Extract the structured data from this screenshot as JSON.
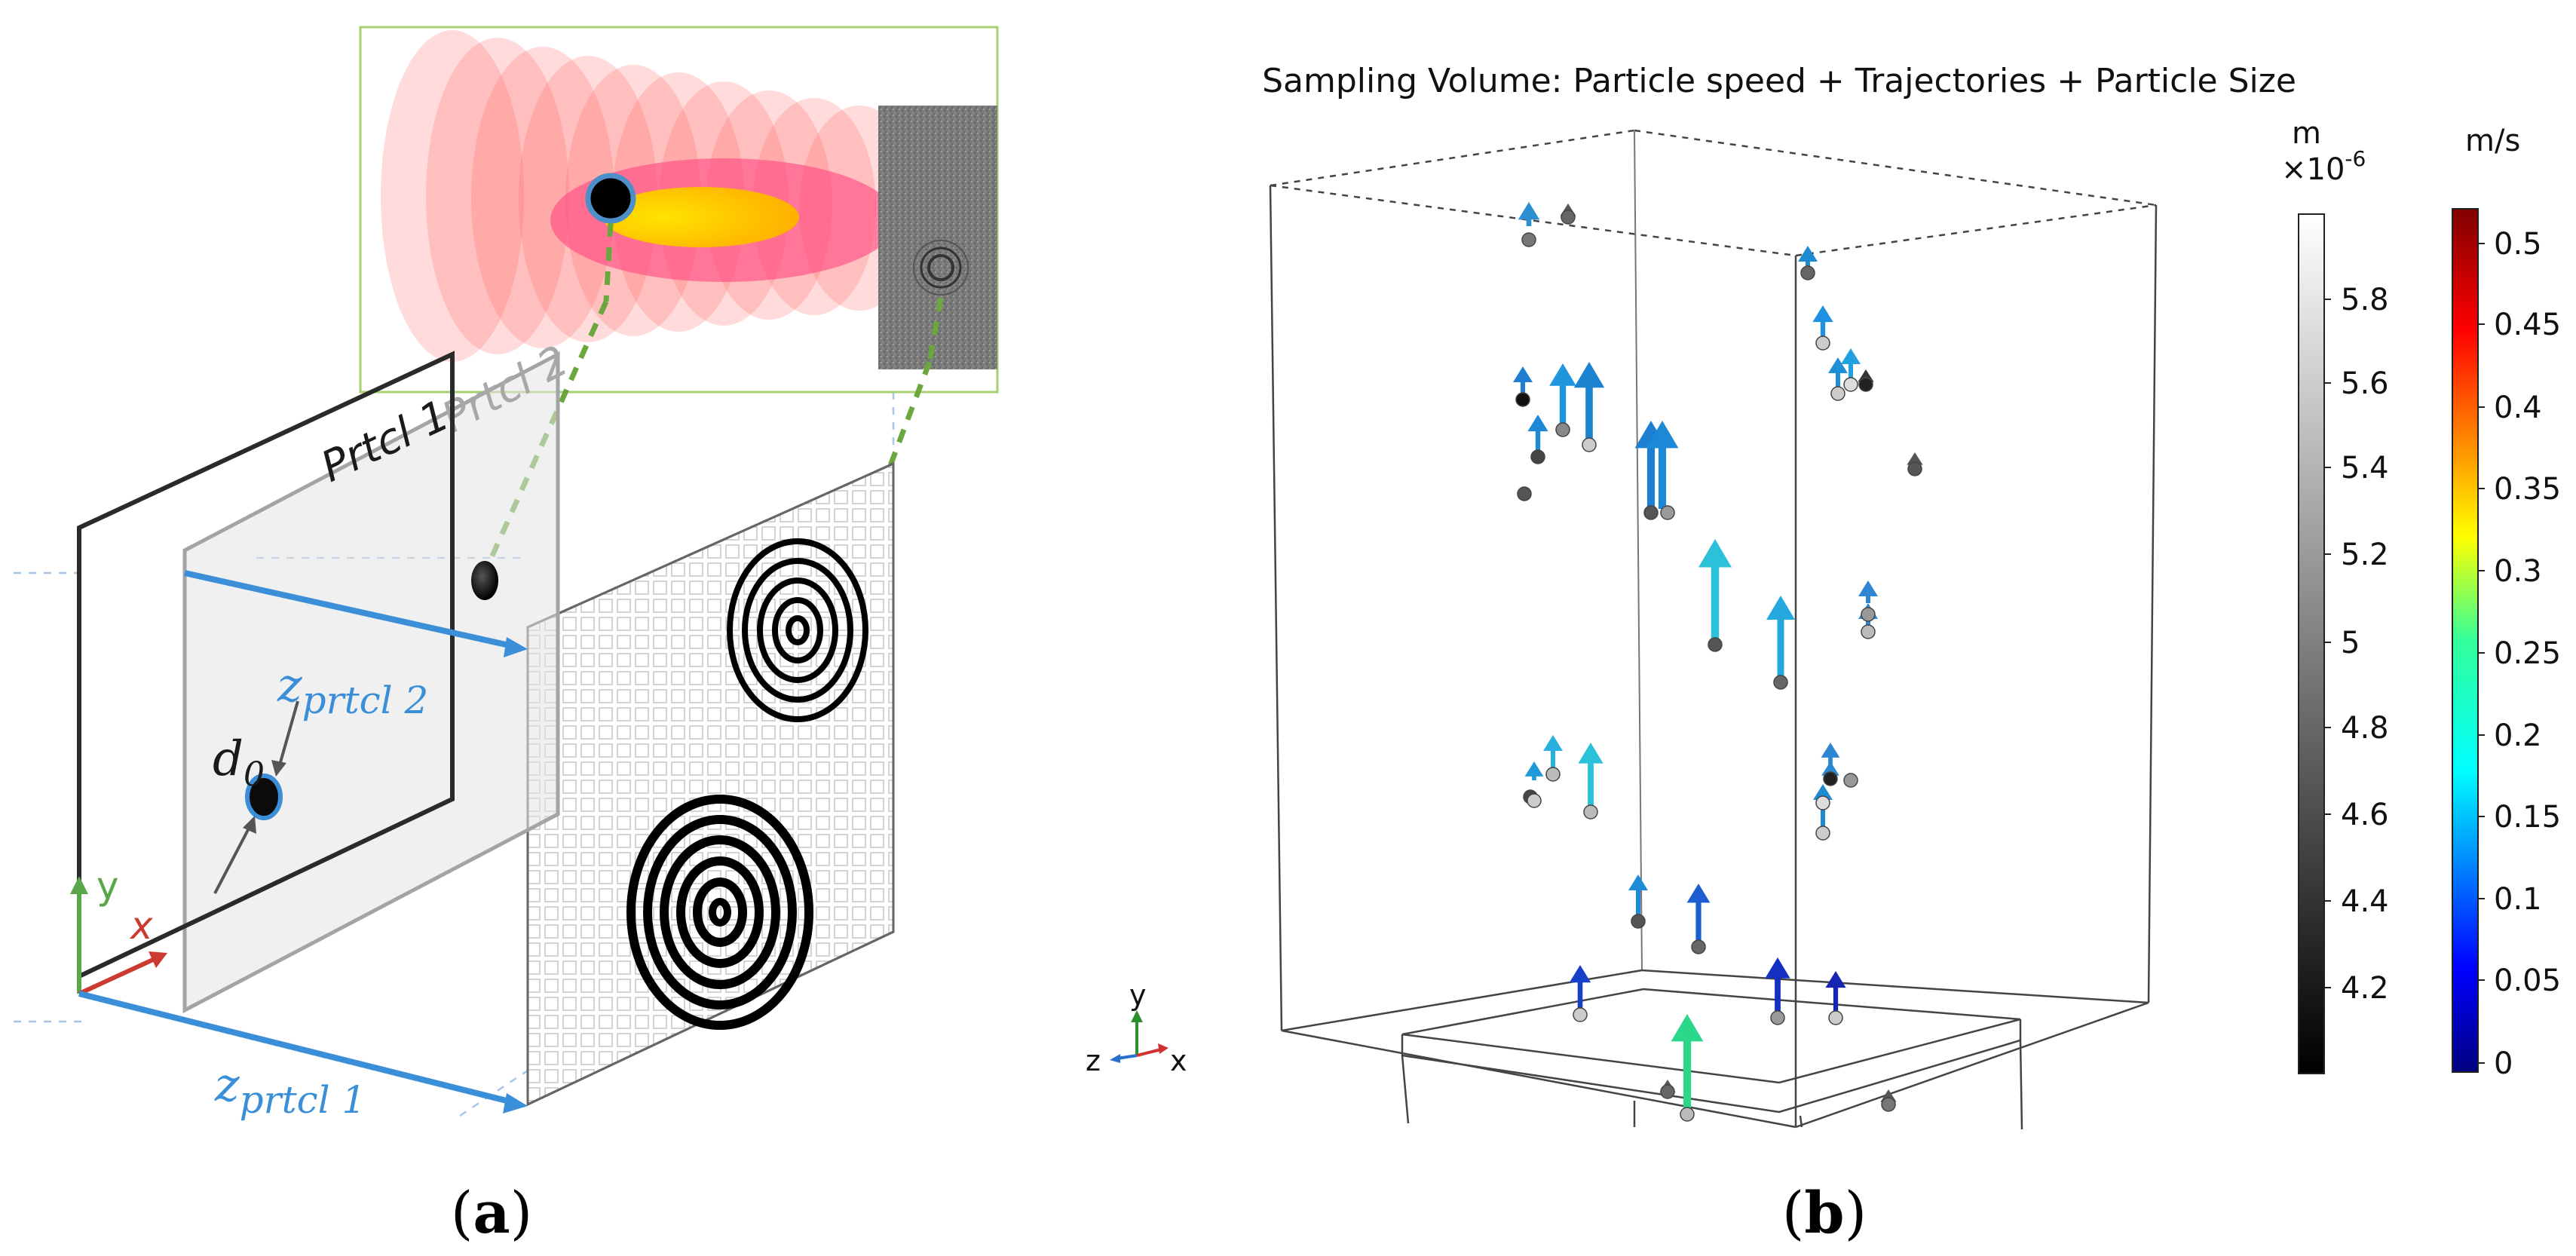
{
  "panel_a": {
    "caption": "(a)",
    "caption_letter": "a",
    "planes": [
      {
        "label": "Prtcl 1"
      },
      {
        "label": "Prtcl 2"
      }
    ],
    "distances": [
      {
        "base": "z",
        "sub": "prtcl 2"
      },
      {
        "base": "z",
        "sub": "prtcl 1"
      }
    ],
    "diameter_label": {
      "base": "d",
      "sub": "0"
    },
    "axes": {
      "y": "y",
      "x": "x"
    },
    "colors": {
      "distance_arrow": "#3a8fd8",
      "axis_y": "#5aa64b",
      "axis_x": "#cc3b30",
      "connector": "#6aa83e"
    }
  },
  "panel_b": {
    "caption": "(b)",
    "caption_letter": "b",
    "title": "Sampling Volume:  Particle speed + Trajectories + Particle Size",
    "triad": {
      "y": "y",
      "z": "z",
      "x": "x"
    },
    "size_bar": {
      "unit": "m",
      "multiplier": "×10",
      "exponent": "-6",
      "ticks": [
        "5.8",
        "5.6",
        "5.4",
        "5.2",
        "5",
        "4.8",
        "4.6",
        "4.4",
        "4.2"
      ]
    },
    "speed_bar": {
      "unit": "m/s",
      "ticks": [
        "0.5",
        "0.45",
        "0.4",
        "0.35",
        "0.3",
        "0.25",
        "0.2",
        "0.15",
        "0.1",
        "0.05",
        "0"
      ]
    }
  }
}
